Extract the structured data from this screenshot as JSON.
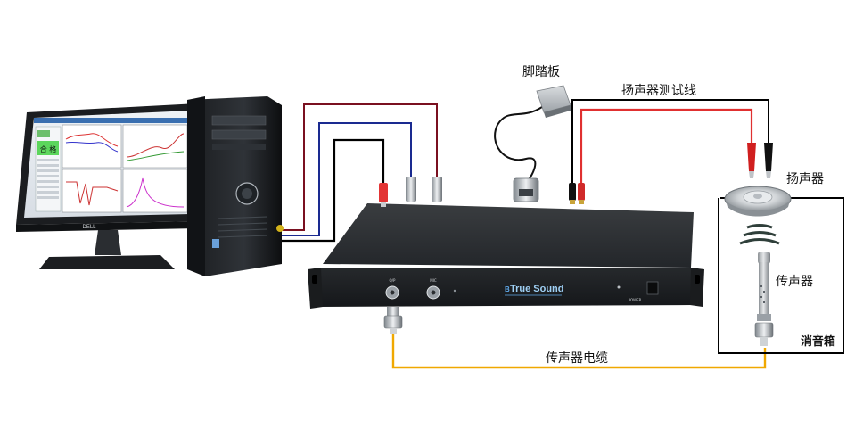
{
  "labels": {
    "foot_pedal": "脚踏板",
    "speaker_test_lead": "扬声器测试线",
    "speaker": "扬声器",
    "microphone": "传声器",
    "anechoic_box": "消音箱",
    "mic_cable": "传声器电缆"
  },
  "monitor": {
    "brand": "DELL",
    "pass_text": "合 格"
  },
  "device": {
    "brand": "True Sound",
    "brand_prefix": "B",
    "port1_label": "O/P",
    "port2_label": "MIC",
    "power_label": "POWER"
  },
  "colors": {
    "red_wire": "#7a1020",
    "blue_wire": "#1a2a90",
    "black_wire": "#000000",
    "test_lead": "#e03030",
    "mic_cable": "#f0a800",
    "device_body": "#2a2c2e",
    "enclosure_line": "#000000"
  }
}
